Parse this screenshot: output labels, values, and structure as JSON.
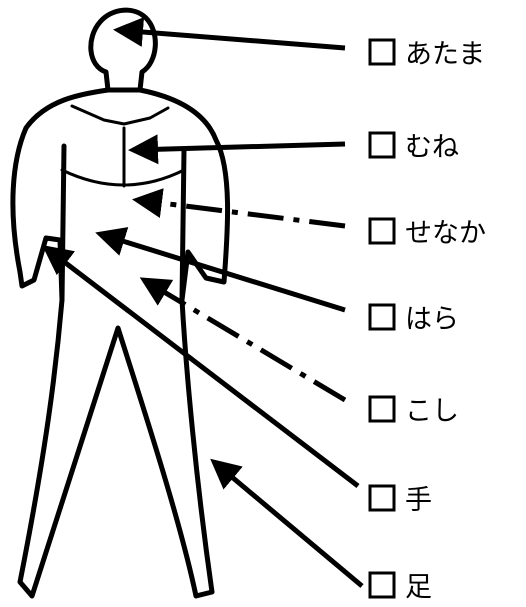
{
  "labels": [
    {
      "id": "head",
      "text": "あたま",
      "arrow_style": "solid"
    },
    {
      "id": "chest",
      "text": "むね",
      "arrow_style": "solid"
    },
    {
      "id": "back",
      "text": "せなか",
      "arrow_style": "dashed"
    },
    {
      "id": "belly",
      "text": "はら",
      "arrow_style": "solid"
    },
    {
      "id": "waist",
      "text": "こし",
      "arrow_style": "dashed"
    },
    {
      "id": "hand",
      "text": "手",
      "arrow_style": "solid"
    },
    {
      "id": "foot",
      "text": "足",
      "arrow_style": "solid"
    }
  ],
  "colors": {
    "stroke": "#000000",
    "background": "#ffffff"
  }
}
